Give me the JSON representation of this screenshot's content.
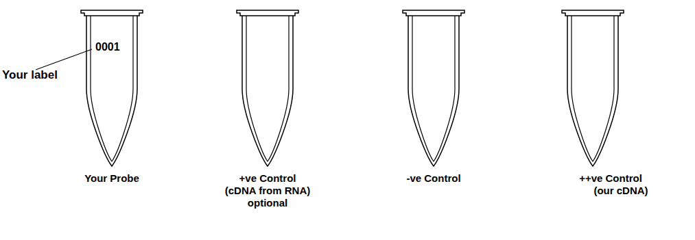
{
  "diagram": {
    "labels": [
      "0001",
      "Your label",
      "Your Probe",
      "+ve Control",
      "(cDNA from RNA)",
      "optional",
      "-ve Control",
      "++ve Control",
      "(our cDNA)"
    ]
  }
}
